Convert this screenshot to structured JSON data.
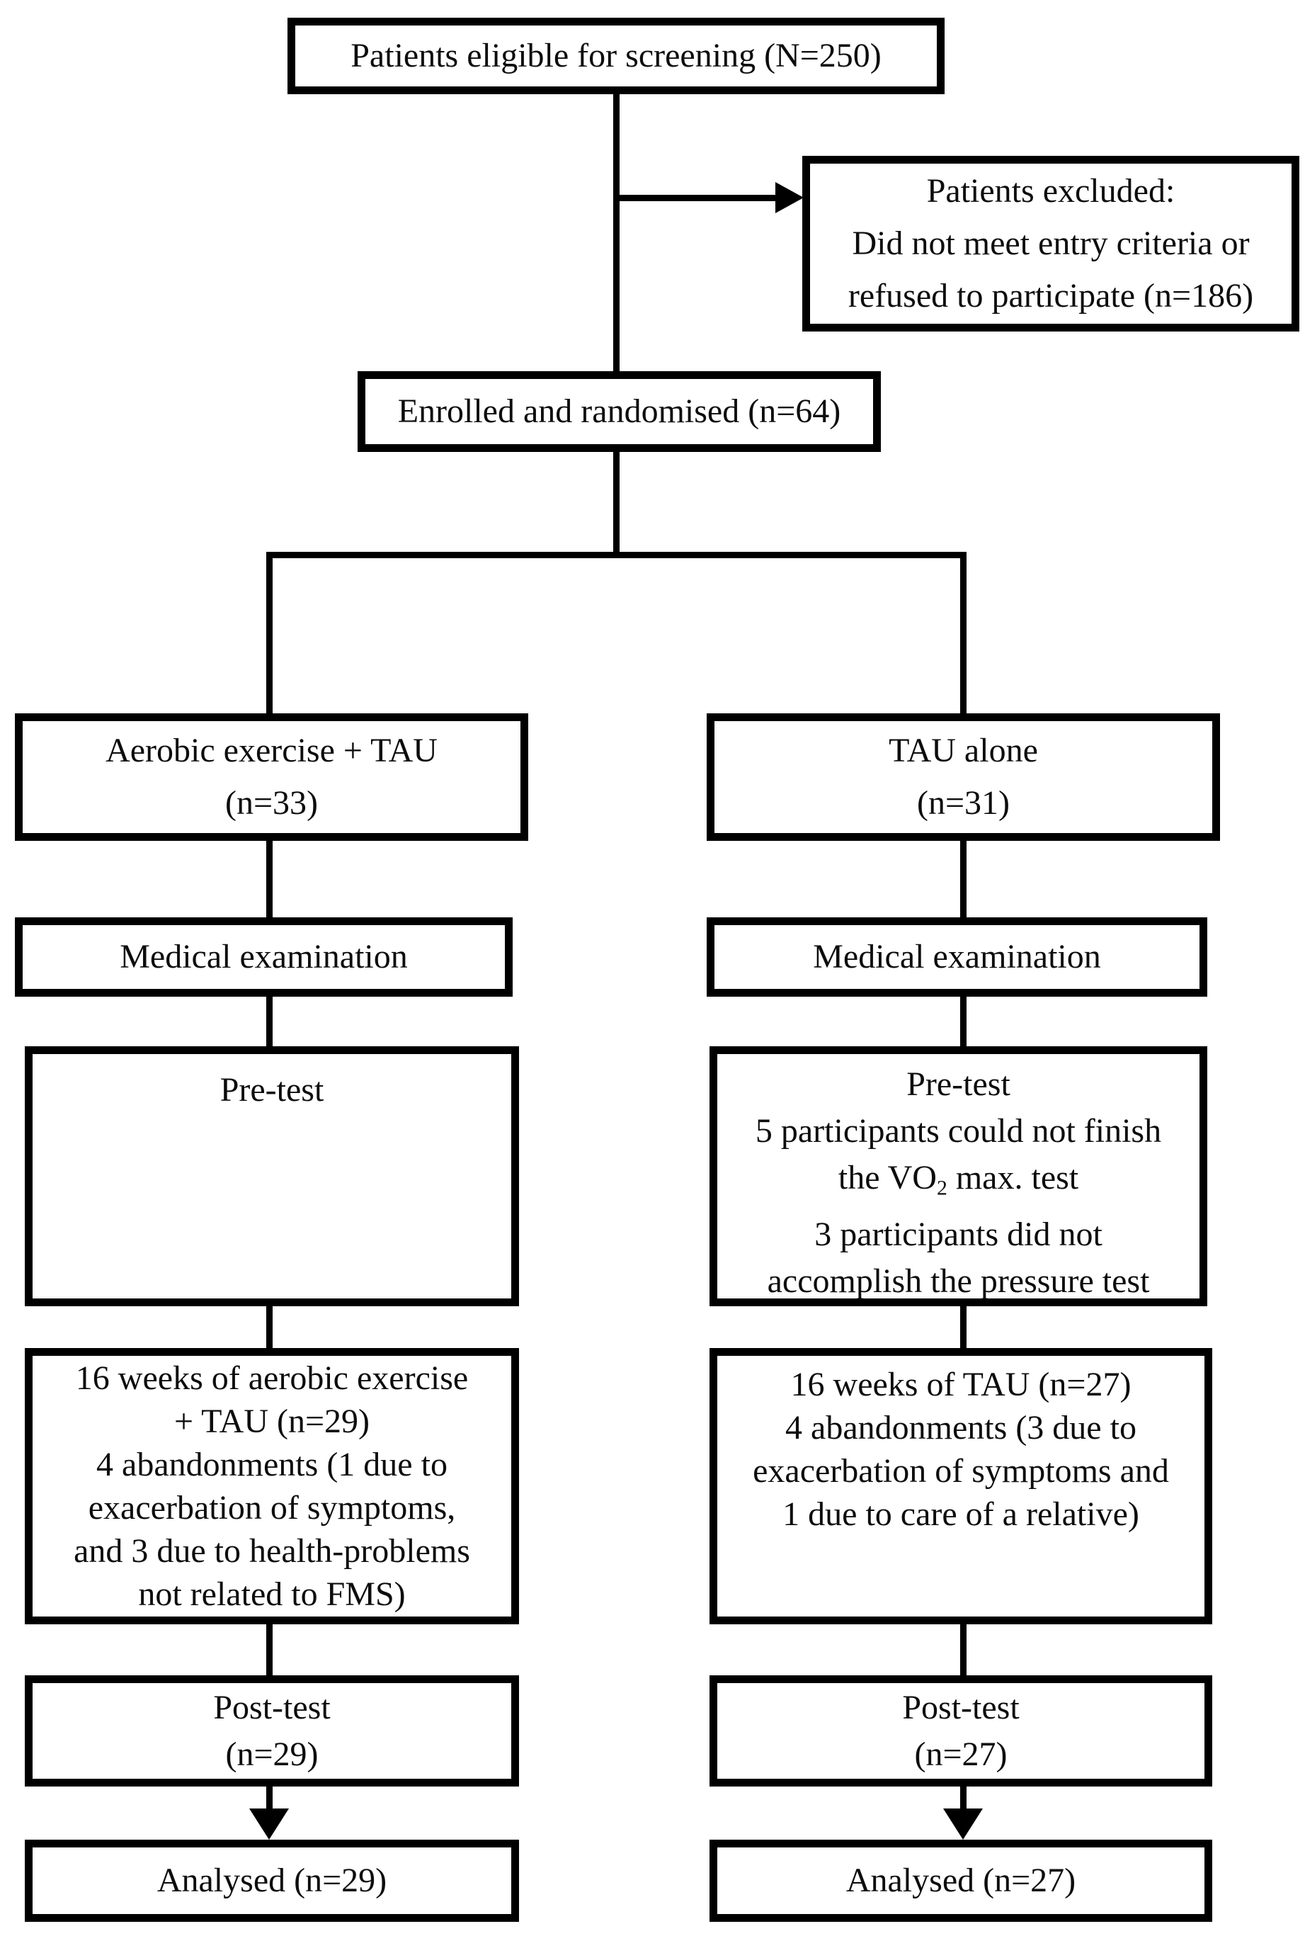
{
  "diagram": {
    "title": "Patient flow diagram",
    "colors": {
      "border": "#000000",
      "background": "#ffffff",
      "text": "#0d0d0d"
    },
    "boxes": {
      "eligible": {
        "line1": "Patients eligible for screening (N=250)"
      },
      "excluded": {
        "line1": "Patients excluded:",
        "line2": "Did not meet entry criteria or",
        "line3": "refused to participate (n=186)"
      },
      "enrolled": {
        "line1": "Enrolled and randomised (n=64)"
      },
      "arm_exercise": {
        "line1": "Aerobic exercise + TAU",
        "line2": "(n=33)"
      },
      "arm_tau": {
        "line1": "TAU alone",
        "line2": "(n=31)"
      },
      "medical_left": {
        "line1": "Medical examination"
      },
      "medical_right": {
        "line1": "Medical examination"
      },
      "pretest_left": {
        "line1": "Pre-test"
      },
      "pretest_right": {
        "line1": "Pre-test",
        "line2": "5 participants could not finish",
        "vo2": {
          "pre": "the VO",
          "sub": "2",
          "post": " max. test"
        },
        "line4": "3 participants did not",
        "line5": "accomplish the pressure test"
      },
      "weeks_left": {
        "line1": "16 weeks of aerobic exercise",
        "line2": "+ TAU (n=29)",
        "line3": "4 abandonments (1 due to",
        "line4": "exacerbation of symptoms,",
        "line5": "and 3 due to health-problems",
        "line6": "not related to FMS)"
      },
      "weeks_right": {
        "line1": "16 weeks of TAU (n=27)",
        "line2": "4 abandonments (3 due to",
        "line3": "exacerbation of symptoms and",
        "line4": "1 due to care of a relative)"
      },
      "posttest_left": {
        "line1": "Post-test",
        "line2": "(n=29)"
      },
      "posttest_right": {
        "line1": "Post-test",
        "line2": "(n=27)"
      },
      "analysed_left": {
        "line1": "Analysed (n=29)"
      },
      "analysed_right": {
        "line1": "Analysed (n=27)"
      }
    }
  }
}
